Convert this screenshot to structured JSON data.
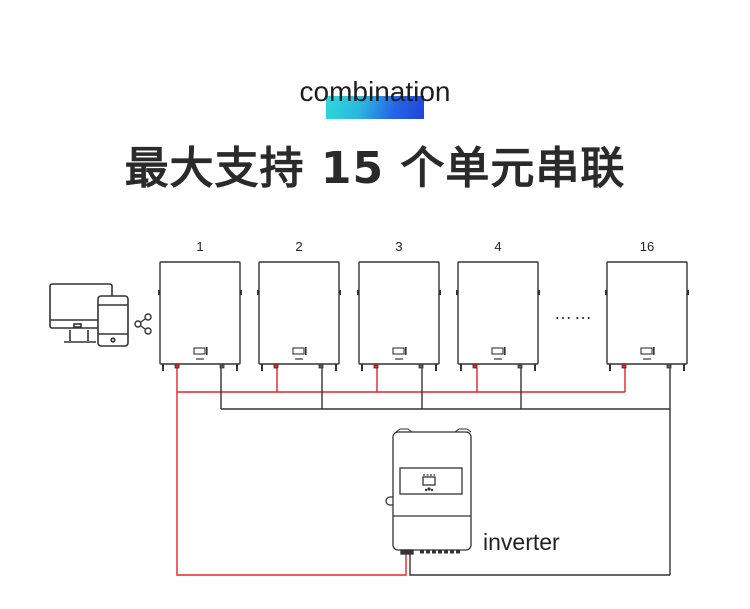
{
  "header": {
    "subtitle": "combination",
    "title": "最大支持 15 个单元串联"
  },
  "diagram": {
    "units": [
      {
        "label": "1"
      },
      {
        "label": "2"
      },
      {
        "label": "3"
      },
      {
        "label": "4"
      },
      {
        "label": "16"
      }
    ],
    "ellipsis": "……",
    "inverter_label": "inverter",
    "monitor_icon": "desktop-and-phone-icon",
    "share_icon": "share-icon",
    "colors": {
      "positive_wire": "#e8202a",
      "negative_wire": "#333333",
      "accent_gradient_start": "#2fd9d9",
      "accent_gradient_end": "#2244d8"
    }
  }
}
